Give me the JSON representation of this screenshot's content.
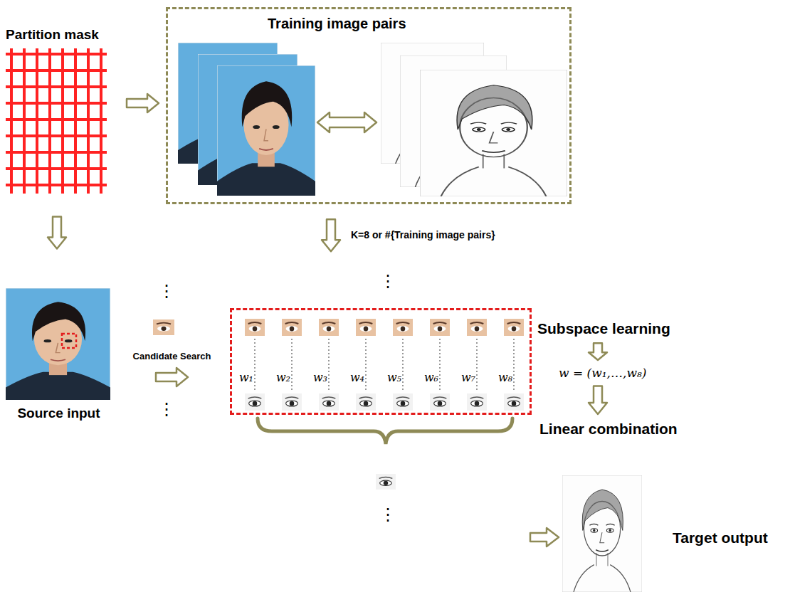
{
  "diagram": {
    "nodes": [
      {
        "text": [
          "Partition mask"
        ]
      },
      {
        "text": [
          "Training image pairs"
        ]
      },
      {
        "text": [
          "Source input"
        ]
      },
      {
        "text": [
          "w₁",
          "w₂",
          "w₃",
          "w₄",
          "w₅",
          "w₆",
          "w₇",
          "w₈"
        ]
      },
      {
        "text": [
          "Subspace learning"
        ]
      },
      {
        "text": [
          "w = (w₁,…,w₈)"
        ]
      },
      {
        "text": [
          "Linear combination"
        ]
      },
      {
        "text": [
          "Target output"
        ]
      }
    ],
    "edges": [
      {
        "from": 0,
        "to": 1,
        "arrow": "to"
      },
      {
        "from": 0,
        "to": 2,
        "arrow": "to"
      },
      {
        "from": 1,
        "to": 3,
        "arrow": "to",
        "label": "K=8 or #{Training image pairs}"
      },
      {
        "from": 2,
        "to": 3,
        "arrow": "to",
        "label": "Candidate Search"
      },
      {
        "from": 4,
        "to": 5,
        "arrow": "to"
      },
      {
        "from": 5,
        "to": 6,
        "arrow": "to"
      }
    ],
    "labels": [
      "⋮",
      "⋮",
      "⋮",
      "⋮"
    ]
  }
}
